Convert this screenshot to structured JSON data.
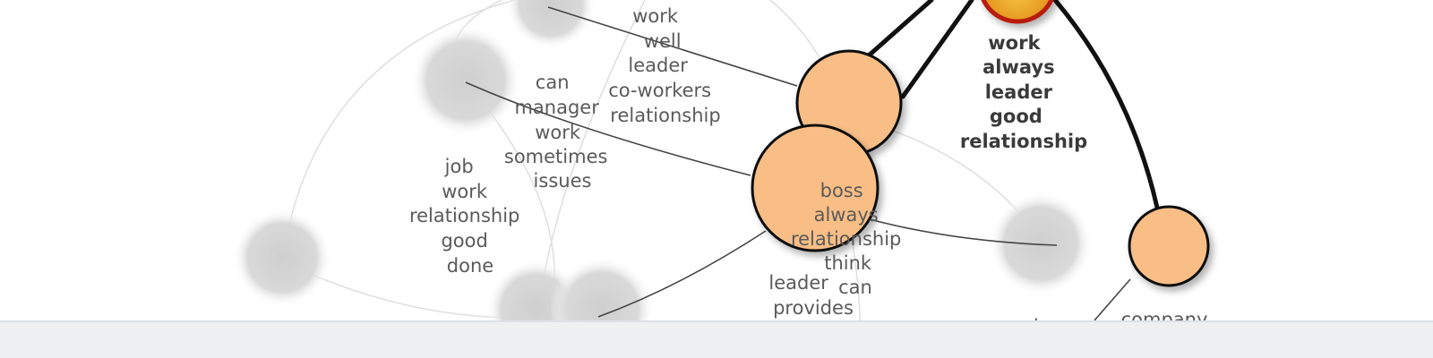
{
  "colors": {
    "active_node_fill": "#f8be86",
    "active_node_stroke": "#111111",
    "ghost_node_fill": "#cfcfcf",
    "highlight_node_fill": "#f2a522",
    "highlight_node_stroke": "#b81e0e",
    "faint_edge": "#dcdcdc",
    "footer": "#eef0f2"
  },
  "nodes": {
    "ghost_top": "ghost",
    "ghost_manager": "ghost",
    "ghost_job": "ghost",
    "ghost_bottom_left": "ghost",
    "ghost_bottom_mid": "ghost",
    "ghost_boss_right": "ghost",
    "node_upper_center": "active",
    "node_boss": "active",
    "node_company": "active",
    "node_top_highlight": "highlight"
  },
  "labels": {
    "work_well_leader": [
      "work",
      "well",
      "leader",
      "co-workers",
      "relationship"
    ],
    "can_manager": [
      "can",
      "manager",
      "work",
      "sometimes",
      "issues"
    ],
    "job_work": [
      "job",
      "work",
      "relationship",
      "good",
      "done"
    ],
    "work_always_leader": [
      "work",
      "always",
      "leader",
      "good",
      "relationship"
    ],
    "boss_always": [
      "boss",
      "always",
      "relationship",
      "think",
      "can"
    ],
    "leader_provides": [
      "leader",
      "provides"
    ],
    "boss_cut": [
      "boss"
    ],
    "company": [
      "company"
    ]
  }
}
